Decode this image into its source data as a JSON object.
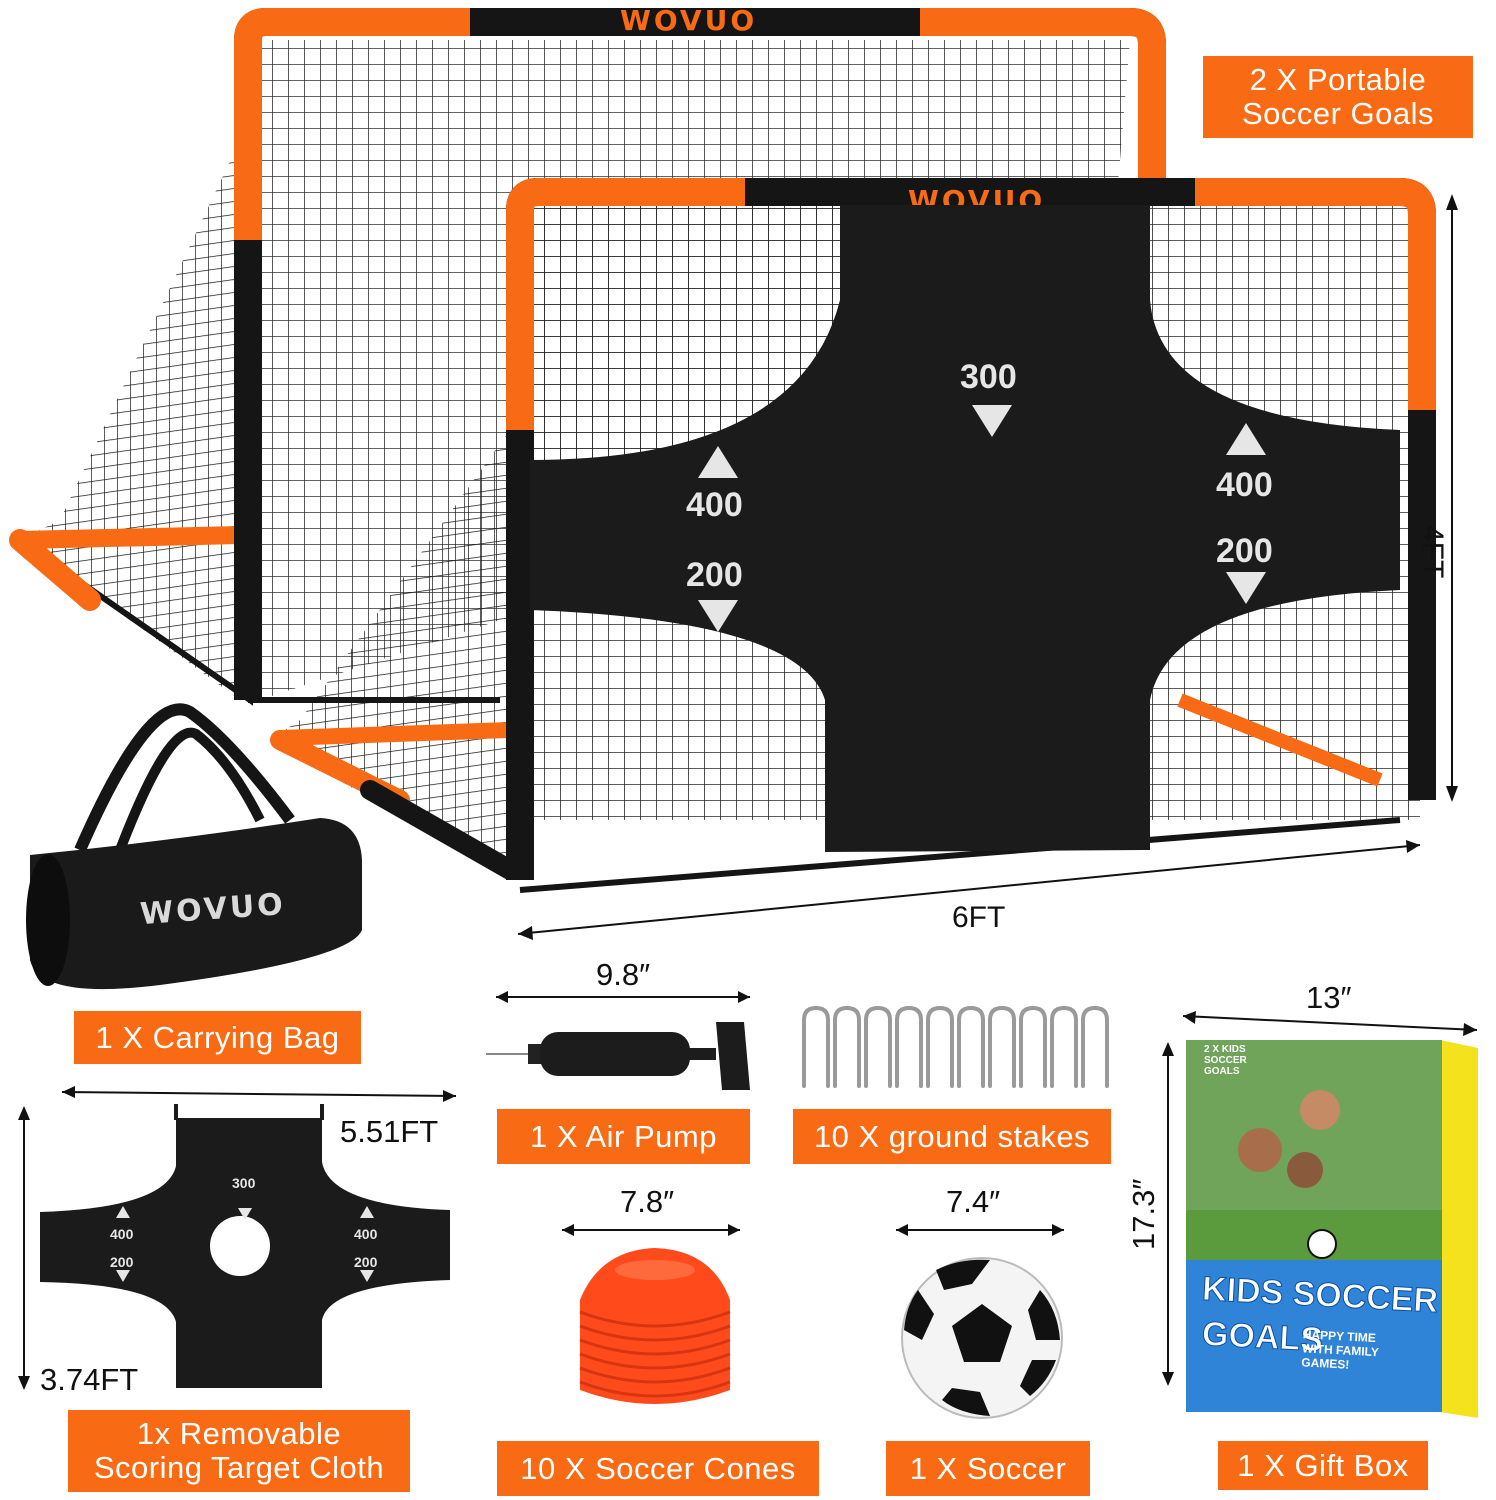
{
  "brand": "WOVUO",
  "labels": {
    "goals_line1": "2 X Portable",
    "goals_line2": "Soccer Goals",
    "bag": "1 X Carrying Bag",
    "pump": "1 X Air Pump",
    "stakes": "10 X ground stakes",
    "target_line1": "1x Removable",
    "target_line2": "Scoring Target Cloth",
    "cones": "10 X Soccer Cones",
    "soccer": "1 X Soccer",
    "gift_box": "1 X Gift Box"
  },
  "dimensions": {
    "goal_height": "4FT",
    "goal_width": "6FT",
    "pump_length": "9.8″",
    "target_width": "5.51FT",
    "target_height": "3.74FT",
    "cone_width": "7.8″",
    "ball_width": "7.4″",
    "box_width": "13″",
    "box_height": "17.3″"
  },
  "target_scores": {
    "top": "300",
    "left_top": "400",
    "left_bottom": "200",
    "right_top": "400",
    "right_bottom": "200"
  },
  "gift_box_text": {
    "badge": "2 X KIDS SOCCER GOALS",
    "title_line1": "KIDS SOCCER",
    "title_line2": "GOALS",
    "tagline": "HAPPY TIME WITH FAMILY GAMES!"
  },
  "colors": {
    "accent": "#f96a14",
    "frame_black": "#151515",
    "label_text": "#ffffff"
  }
}
